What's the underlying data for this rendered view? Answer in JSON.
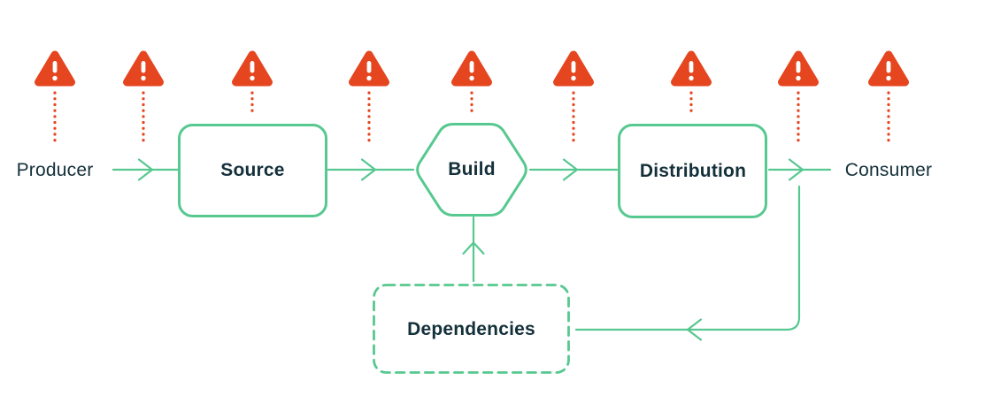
{
  "diagram": {
    "type": "software-supply-chain-flow",
    "background": "#ffffff",
    "colors": {
      "flow_green": "#57C88F",
      "warning_red": "#E5461F",
      "label_dark": "#14303A",
      "node_fill": "#ffffff"
    },
    "nodes": {
      "producer": {
        "label": "Producer",
        "shape": "plain-text"
      },
      "source": {
        "label": "Source",
        "shape": "rounded-box"
      },
      "build": {
        "label": "Build",
        "shape": "hexagon"
      },
      "distribution": {
        "label": "Distribution",
        "shape": "rounded-box"
      },
      "consumer": {
        "label": "Consumer",
        "shape": "plain-text"
      },
      "dependencies": {
        "label": "Dependencies",
        "shape": "dashed-rounded-box"
      }
    },
    "edges": [
      {
        "from": "producer",
        "to": "source",
        "style": "solid-arrow"
      },
      {
        "from": "source",
        "to": "build",
        "style": "solid-arrow"
      },
      {
        "from": "build",
        "to": "distribution",
        "style": "solid-arrow"
      },
      {
        "from": "distribution",
        "to": "consumer",
        "style": "solid-arrow"
      },
      {
        "from": "distribution-consumer-arrow",
        "to": "dependencies",
        "style": "elbow-arrow-feedback"
      },
      {
        "from": "dependencies",
        "to": "build",
        "style": "solid-arrow-up"
      }
    ],
    "warnings": {
      "icon": "warning-triangle-icon",
      "glyph": "!",
      "count": 9,
      "tail_style": "dotted",
      "over": [
        "producer",
        "producer-source-arrow",
        "source",
        "source-build-arrow",
        "build",
        "build-distribution-arrow",
        "distribution",
        "distribution-consumer-arrow",
        "consumer"
      ]
    }
  }
}
